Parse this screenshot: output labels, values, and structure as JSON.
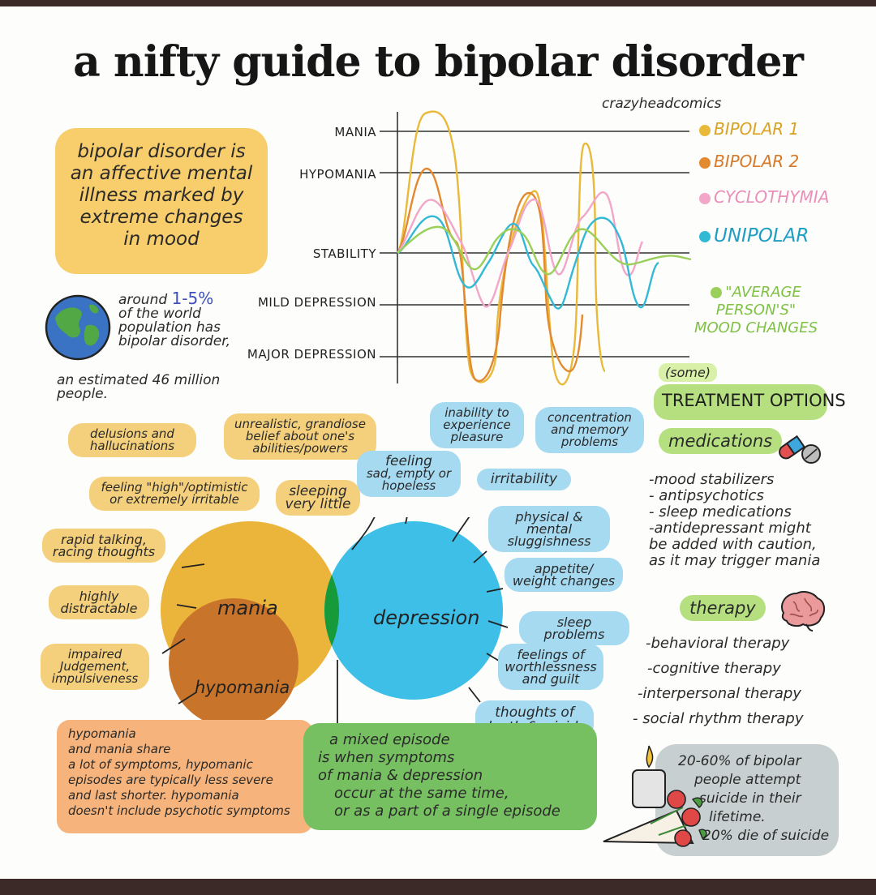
{
  "title": "a nifty guide to bipolar disorder",
  "credit": "crazyheadcomics",
  "definition": [
    "bipolar disorder is",
    "an affective mental",
    "illness marked by",
    "extreme changes",
    "in mood"
  ],
  "prevalence": {
    "prefix": "around",
    "percent": "1-5%",
    "line2": "of the world",
    "line3": "population has",
    "line4": "bipolar disorder,",
    "line5": "an estimated 46 million",
    "line6": "people."
  },
  "chart_data": {
    "type": "line",
    "y_levels": [
      "MANIA",
      "HYPOMANIA",
      "STABILITY",
      "MILD DEPRESSION",
      "MAJOR DEPRESSION"
    ],
    "series": [
      {
        "name": "BIPOLAR 1",
        "color": "#e9b93a"
      },
      {
        "name": "BIPOLAR 2",
        "color": "#e3892f"
      },
      {
        "name": "CYCLOTHYMIA",
        "color": "#f2a6c8"
      },
      {
        "name": "UNIPOLAR",
        "color": "#33b9d6"
      },
      {
        "name": "\"AVERAGE PERSON'S\" MOOD CHANGES",
        "color": "#9ad05a"
      }
    ],
    "legend": [
      "BIPOLAR 1",
      "BIPOLAR 2",
      "CYCLOTHYMIA",
      "UNIPOLAR"
    ],
    "legend_avg": [
      "\"AVERAGE",
      "PERSON'S\"",
      "MOOD CHANGES"
    ]
  },
  "mania": {
    "label": "mania",
    "hypomania_label": "hypomania",
    "symptoms": {
      "delusions": [
        "delusions and",
        "hallucinations"
      ],
      "grandiose": [
        "unrealistic, grandiose",
        "belief about one's",
        "abilities/powers"
      ],
      "high": [
        "feeling \"high\"/optimistic",
        "or extremely irritable"
      ],
      "sleeping": [
        "sleeping",
        "very little"
      ],
      "rapid": [
        "rapid talking,",
        "racing thoughts"
      ],
      "distractable": [
        "highly",
        "distractable"
      ],
      "judgement": [
        "impaired",
        "Judgement,",
        "impulsiveness"
      ]
    }
  },
  "depression": {
    "label": "depression",
    "symptoms": {
      "inability": [
        "inability to",
        "experience",
        "pleasure"
      ],
      "concentration": [
        "concentration",
        "and memory",
        "problems"
      ],
      "sad": [
        "feeling",
        "sad, empty or",
        "hopeless"
      ],
      "irritability": [
        "irritability"
      ],
      "sluggish": [
        "physical &",
        "mental",
        "sluggishness"
      ],
      "appetite": [
        "appetite/",
        "weight changes"
      ],
      "sleep": [
        "sleep problems"
      ],
      "worthless": [
        "feelings of",
        "worthlessness",
        "and guilt"
      ],
      "death": [
        "thoughts of",
        "death &suicide"
      ]
    }
  },
  "hypomania_note": [
    "hypomania",
    "and mania share",
    "a lot of symptoms, hypomanic",
    "episodes are typically less severe",
    "and last shorter. hypomania",
    "doesn't include psychotic symptoms"
  ],
  "mixed_note": [
    "a mixed episode",
    "is when symptoms",
    "of mania & depression",
    "occur at the same time,",
    "or as a part of a single episode"
  ],
  "treatment": {
    "some": "(some)",
    "heading": "TREATMENT OPTIONS",
    "medications_label": "medications",
    "medications": [
      "-mood stabilizers",
      "- antipsychotics",
      "- sleep medications",
      "-antidepressant might",
      "be added with caution,",
      "as it may trigger mania"
    ],
    "therapy_label": "therapy",
    "therapies": [
      "-behavioral therapy",
      "-cognitive therapy",
      "-interpersonal therapy",
      "- social rhythm therapy"
    ]
  },
  "suicide_note": [
    "20-60% of bipolar",
    "people attempt",
    "suicide in their",
    "lifetime.",
    "20% die of suicide"
  ]
}
